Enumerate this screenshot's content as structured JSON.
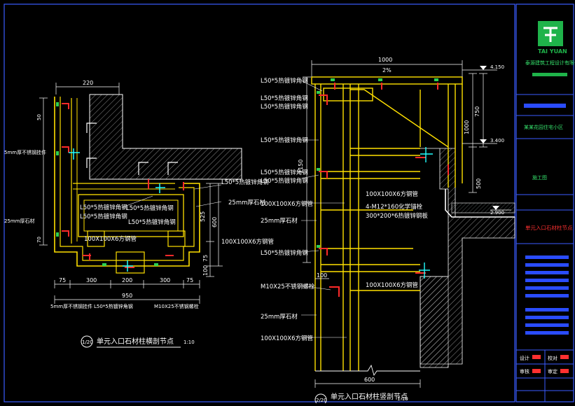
{
  "drawing": {
    "title_left": "单元入口石材柱横剖节点",
    "scale_left": "1:10",
    "mark_left": "1/20",
    "title_right": "单元入口石材柱竖剖节点",
    "scale_right": "1:10",
    "mark_right": "2/20",
    "left_dims": {
      "top": "220",
      "bottom": [
        "75",
        "300",
        "200",
        "300",
        "75"
      ],
      "total": "950",
      "right": [
        "525",
        "600",
        "75",
        "100"
      ],
      "left": [
        "50",
        "70"
      ]
    },
    "left_labels": {
      "angle1": "L50*5热镀锌角钢",
      "angle2": "L50*5热镀锌角钢",
      "angle3": "L50*5热镀锌角钢",
      "angle4": "L50*5热镀锌角钢",
      "angle5": "L50*5热镀锌角钢",
      "stone": "25mm厚石材",
      "tube_inner": "100X100X6方钢管",
      "tube_outer": "100X100X6方钢管",
      "left_note1": "5mm厚不锈钢挂件",
      "left_note2": "25mm厚石材",
      "bottom_note1": "5mm厚不锈钢挂件",
      "bottom_note2": "L50*5热镀锌角钢",
      "bottom_note3": "M10X25不锈钢螺栓"
    },
    "right_dims": {
      "top": "1000",
      "slope": "2%",
      "level1": "4.150",
      "level2": "3.400",
      "level3": "2.900",
      "v1": "750",
      "v2": "1000",
      "v3": "500",
      "left_v": "1150",
      "bottom": "600",
      "small": "100"
    },
    "right_labels": {
      "a1": "L50*5热镀锌角钢",
      "a2": "L50*5热镀锌角钢",
      "a3": "L50*5热镀锌角钢",
      "a4": "L50*5热镀锌角钢",
      "a5": "L50*5热镀锌角钢",
      "a6": "L50*5热镀锌角钢",
      "a7": "L50*5热镀锌角钢",
      "tube1": "100X100X6方钢管",
      "tube2": "100X100X6方钢管",
      "tube3": "100X100X6方钢管",
      "tube4": "100X100X6方钢管",
      "anchor": "4-M12*160化学锚栓",
      "plate": "300*200*6热镀锌钢板",
      "stone1": "25mm厚石材",
      "stone2": "25mm厚石材",
      "bolt": "M10X25不锈钢螺栓"
    }
  },
  "title_block": {
    "logo_text": "TAI YUAN",
    "company": "泰源建筑工程设计有限公司",
    "project": "某某花园住宅小区",
    "stage": "施工图",
    "sheet_name": "单元入口石材柱节点",
    "signers": [
      "设计",
      "校对",
      "审核",
      "审定"
    ]
  }
}
